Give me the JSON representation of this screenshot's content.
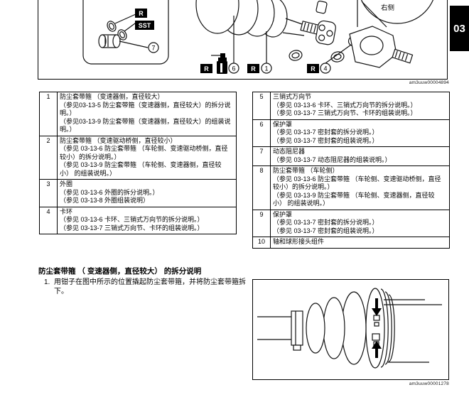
{
  "side_tab": {
    "label": "03"
  },
  "figure_top": {
    "code": "am3uuw00004894",
    "side_label": "右侧",
    "labels": {
      "sst_r": "R",
      "sst": "SST",
      "callout_7": "7",
      "grease_r": "R",
      "callout_6": "6",
      "shaft_r": "R",
      "callout_1": "1",
      "ring_r": "R",
      "callout_4": "4"
    }
  },
  "figure_bottom": {
    "code": "am3uuw00001278"
  },
  "parts_table": {
    "left": [
      {
        "num": "1",
        "lines": [
          "防尘套带箍 （变速器侧，直径较大）",
          "（参见03-13-5 防尘套带箍（变速器侧，直径较大）的拆分说明。）",
          "（参见03-13-9 防尘套带箍（变速器侧，直径较大）的组装说明。）"
        ]
      },
      {
        "num": "2",
        "lines": [
          "防尘套带箍 （变速驱动桥侧，直径较小）",
          "（参见 03-13-6 防尘套带箍 （车轮侧、变速驱动桥侧，直径较小）的拆分说明。）",
          "（参见 03-13-9 防尘套带箍 （车轮侧、变速器侧，直径较小） 的组装说明。）"
        ]
      },
      {
        "num": "3",
        "lines": [
          "外圈",
          "（参见 03-13-6 外圈的拆分说明。）",
          "（参见 03-13-8 外圈组装说明）"
        ]
      },
      {
        "num": "4",
        "lines": [
          "卡环",
          "（参见 03-13-6 卡环、三销式万向节的拆分说明。）",
          "（参见 03-13-7 三销式万向节、卡环的组装说明。）"
        ]
      }
    ],
    "right": [
      {
        "num": "5",
        "lines": [
          "三销式万向节",
          "（参见 03-13-6 卡环、三销式万向节的拆分说明。）",
          "（参见 03-13-7 三销式万向节、卡环的组装说明。）"
        ]
      },
      {
        "num": "6",
        "lines": [
          "保护罩",
          "（参见 03-13-7 密封套的拆分说明。）",
          "（参见 03-13-7 密封套的组装说明。）"
        ]
      },
      {
        "num": "7",
        "lines": [
          "动态阻尼器",
          "（参见 03-13-7 动态阻尼器的组装说明。）"
        ]
      },
      {
        "num": "8",
        "lines": [
          "防尘套带箍 （车轮侧）",
          "（参见 03-13-6 防尘套带箍 （车轮侧、变速驱动桥侧，直径较小）的拆分说明。）",
          "（参见 03-13-9 防尘套带箍 （车轮侧、变速器侧，直径较小） 的组装说明。）"
        ]
      },
      {
        "num": "9",
        "lines": [
          "保护罩",
          "（参见 03-13-7 密封套的拆分说明。）",
          "（参见 03-13-7 密封套的组装说明。）"
        ]
      },
      {
        "num": "10",
        "lines": [
          "轴和球形接头组件"
        ]
      }
    ]
  },
  "section": {
    "heading": "防尘套带箍 （ 变速器侧，直径较大） 的拆分说明",
    "steps": [
      {
        "num": "1.",
        "text": "用钳子在图中所示的位置撬起防尘套带箍，并将防尘套带箍拆下。"
      }
    ]
  }
}
